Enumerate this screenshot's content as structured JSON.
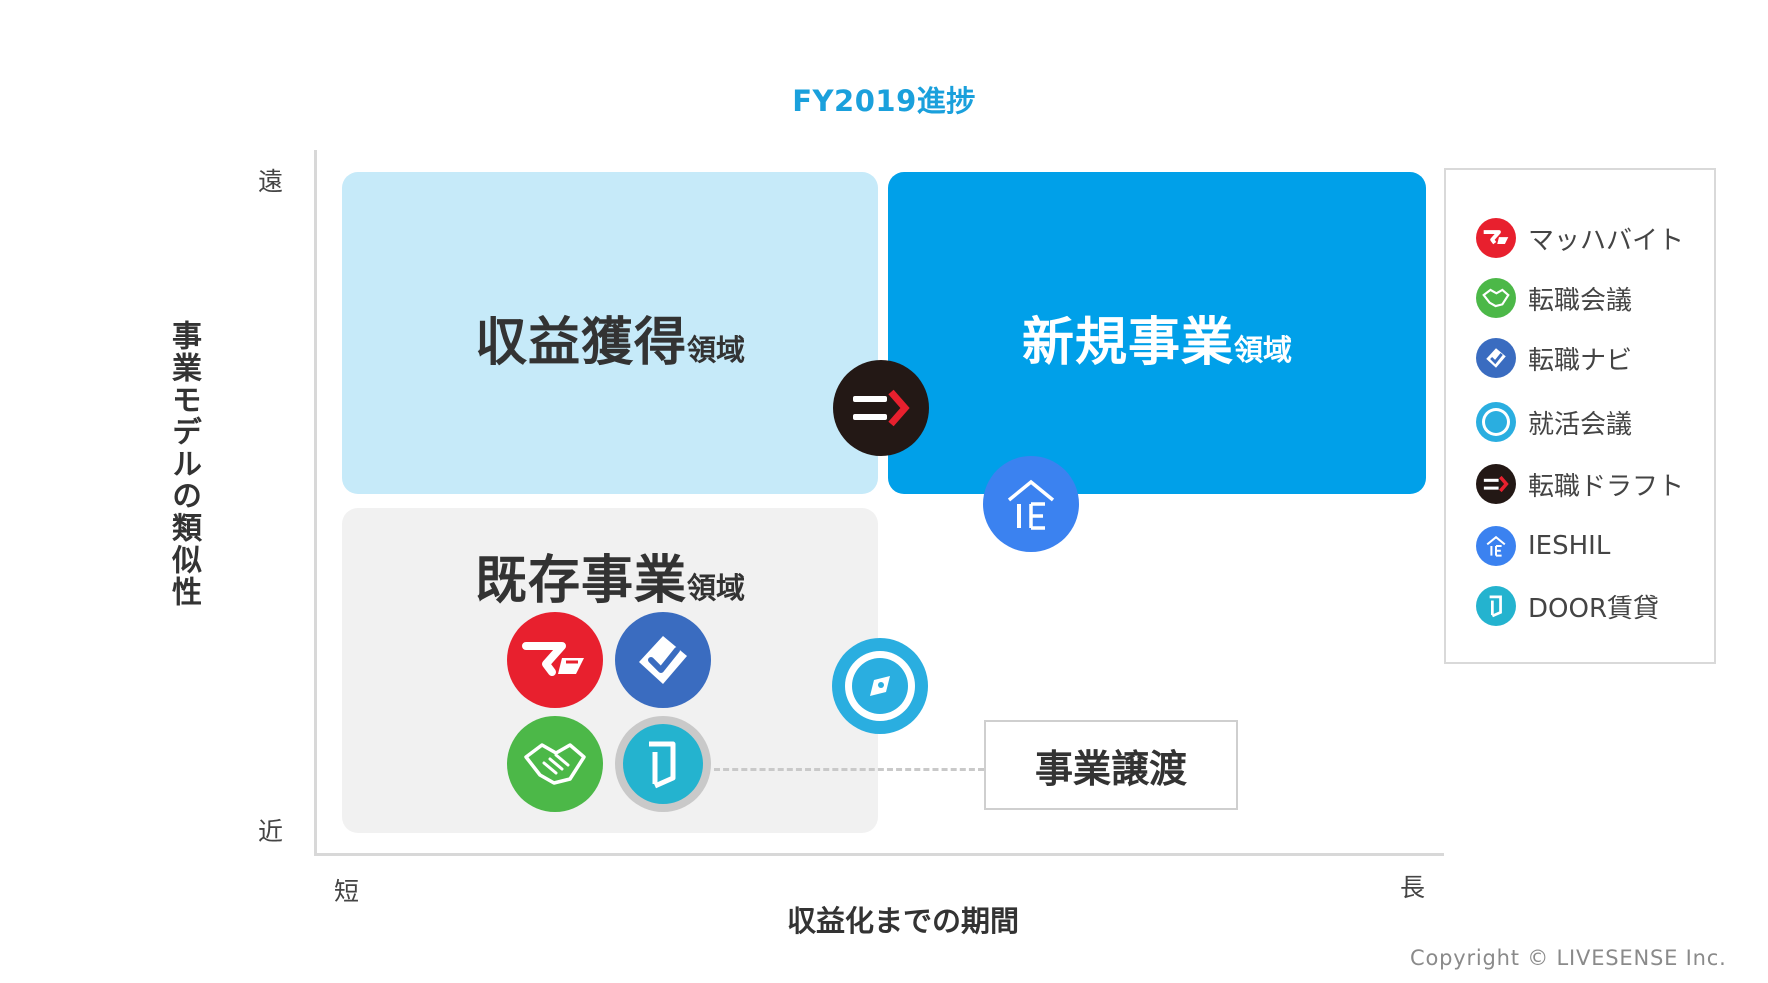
{
  "title": "FY2019進捗",
  "y_axis": {
    "label": "事業モデルの類似性",
    "top_end": "遠",
    "bottom_end": "近"
  },
  "x_axis": {
    "label": "収益化までの期間",
    "left_end": "短",
    "right_end": "長"
  },
  "quadrants": {
    "revenue": {
      "main": "収益獲得",
      "sub": "領域",
      "color": "#c6eaf9"
    },
    "new_business": {
      "main": "新規事業",
      "sub": "領域",
      "color": "#00a0e9"
    },
    "existing": {
      "main": "既存事業",
      "sub": "領域",
      "color": "#f1f1f1"
    }
  },
  "transfer_label": "事業譲渡",
  "legend": {
    "items": [
      {
        "label": "マッハバイト",
        "icon": "mach-baito-icon",
        "color": "#e8202e"
      },
      {
        "label": "転職会議",
        "icon": "tenshoku-kaigi-icon",
        "color": "#4cb848"
      },
      {
        "label": "転職ナビ",
        "icon": "tenshoku-navi-icon",
        "color": "#3a6cc0"
      },
      {
        "label": "就活会議",
        "icon": "shukatsu-kaigi-icon",
        "color": "#2aaee0"
      },
      {
        "label": "転職ドラフト",
        "icon": "tenshoku-draft-icon",
        "color": "#231815"
      },
      {
        "label": "IESHIL",
        "icon": "ieshil-icon",
        "color": "#3b82f0"
      },
      {
        "label": "DOOR賃貸",
        "icon": "door-chintai-icon",
        "color": "#24b3cf"
      }
    ]
  },
  "copyright": "Copyright © LIVESENSE Inc."
}
